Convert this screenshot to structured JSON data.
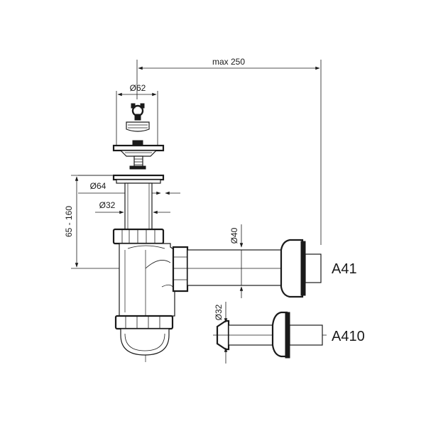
{
  "dimensions": {
    "max_length": "max 250",
    "height_range": "65 - 160",
    "basket_diameter": "Ø62",
    "flange_diameter": "Ø64",
    "tail_diameter": "Ø32",
    "outlet_diameter": "Ø40",
    "adapter_diameter": "Ø32"
  },
  "models": {
    "main": "A41",
    "adapter": "A410"
  },
  "colors": {
    "line": "#1a1a1a",
    "background": "#ffffff"
  }
}
